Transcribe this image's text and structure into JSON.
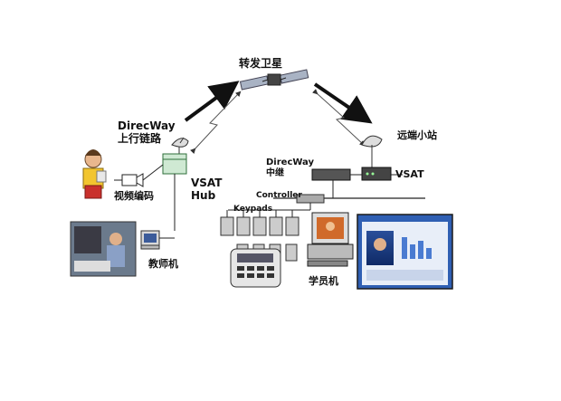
{
  "labels": {
    "satellite": "转发卫星",
    "uplink_line1": "DirecWay",
    "uplink_line2": "上行链路",
    "remote_station": "远端小站",
    "video_encoder": "视频编码",
    "hub_line1": "VSAT",
    "hub_line2": "Hub",
    "relay_line1": "DirecWay",
    "relay_line2": "中继",
    "vsat_remote": "VSAT",
    "controller": "Controller",
    "keypads": "Keypads",
    "teacher_pc": "教师机",
    "student_pc": "学员机"
  },
  "icons": [
    "satellite-icon",
    "dish-antenna-icon",
    "teacher-person-icon",
    "camera-icon",
    "computer-icon",
    "keypad-icon",
    "router-icon"
  ]
}
